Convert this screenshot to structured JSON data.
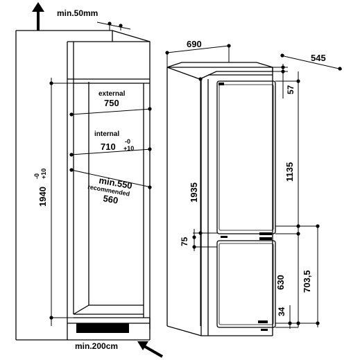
{
  "left_diagram": {
    "min_gap_top": "min.50mm",
    "external_label": "external",
    "external_value": "750",
    "internal_label": "internal",
    "internal_value": "710",
    "internal_tol_top": "-0",
    "internal_tol_bottom": "+10",
    "depth_min": "min.550",
    "recommended_label": "recommended",
    "recommended_value": "560",
    "height_value": "1940",
    "height_tol_top": "-0",
    "height_tol_bottom": "+10",
    "vent_label": "min.200cm"
  },
  "right_diagram": {
    "depth": "690",
    "width": "545",
    "top_offset": "57",
    "upper_door": "1135",
    "total_height": "1935",
    "gap": "75",
    "lower_door": "630",
    "lower_section": "703,5",
    "bottom_offset": "34"
  }
}
